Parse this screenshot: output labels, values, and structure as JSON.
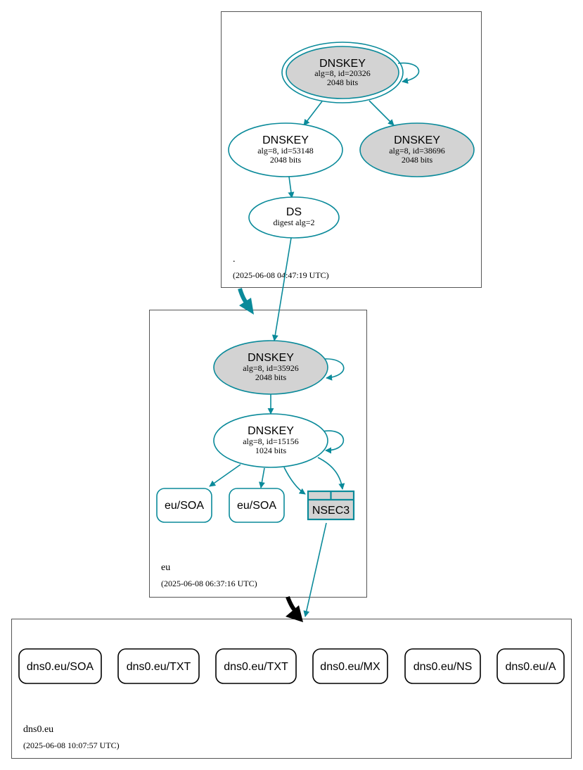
{
  "zones": {
    "root": {
      "name": ".",
      "date": "(2025-06-08 04:47:19 UTC)"
    },
    "eu": {
      "name": "eu",
      "date": "(2025-06-08 06:37:16 UTC)"
    },
    "dns0eu": {
      "name": "dns0.eu",
      "date": "(2025-06-08 10:07:57 UTC)"
    }
  },
  "nodes": {
    "root_ksk": {
      "title": "DNSKEY",
      "line1": "alg=8, id=20326",
      "line2": "2048 bits"
    },
    "root_zsk": {
      "title": "DNSKEY",
      "line1": "alg=8, id=53148",
      "line2": "2048 bits"
    },
    "root_key3": {
      "title": "DNSKEY",
      "line1": "alg=8, id=38696",
      "line2": "2048 bits"
    },
    "ds": {
      "title": "DS",
      "line1": "digest alg=2"
    },
    "eu_ksk": {
      "title": "DNSKEY",
      "line1": "alg=8, id=35926",
      "line2": "2048 bits"
    },
    "eu_zsk": {
      "title": "DNSKEY",
      "line1": "alg=8, id=15156",
      "line2": "1024 bits"
    },
    "eu_soa1": {
      "label": "eu/SOA"
    },
    "eu_soa2": {
      "label": "eu/SOA"
    },
    "nsec3": {
      "label": "NSEC3"
    }
  },
  "records": [
    "dns0.eu/SOA",
    "dns0.eu/TXT",
    "dns0.eu/TXT",
    "dns0.eu/MX",
    "dns0.eu/NS",
    "dns0.eu/A"
  ],
  "colors": {
    "edge": "#0a8a9a",
    "fill_gray": "#d3d3d3",
    "zone_border": "#555555",
    "delegation_thick": "#0a8a9a",
    "delegation_black": "#000000"
  }
}
